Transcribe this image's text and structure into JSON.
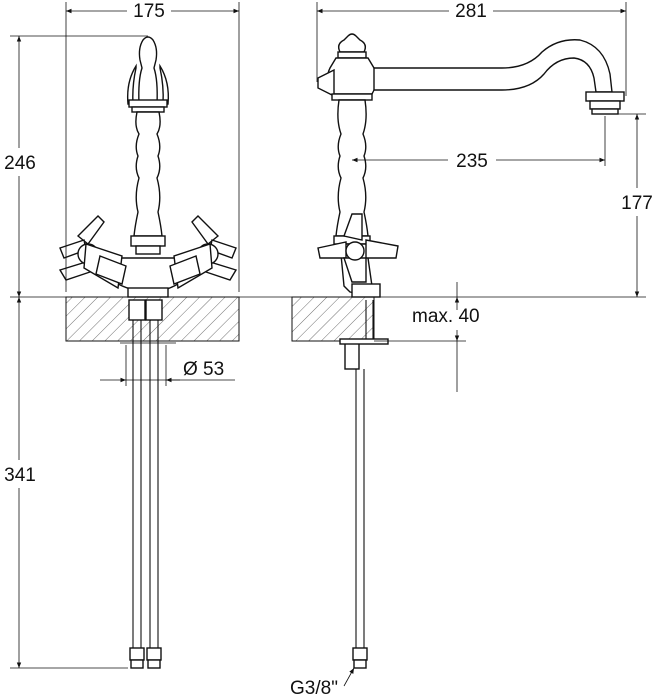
{
  "dimensions": {
    "front_width": "175",
    "front_height": "246",
    "front_hose_length": "341",
    "hole_diameter": "Ø 53",
    "side_reach": "281",
    "side_spout_offset": "235",
    "side_spout_height": "177",
    "side_max_thickness": "max. 40",
    "side_thread": "G3/8\""
  },
  "colors": {
    "line": "#111111",
    "background": "#ffffff"
  }
}
